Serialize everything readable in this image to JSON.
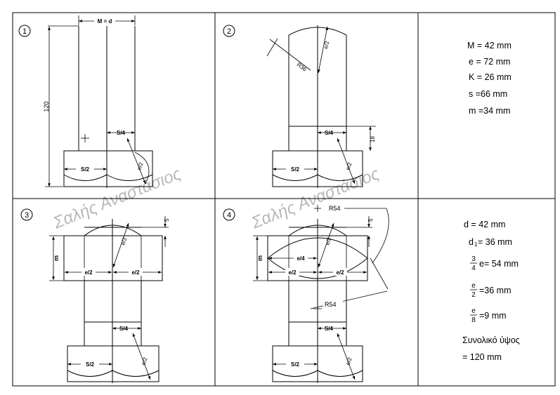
{
  "panels": {
    "p1": {
      "number": "1",
      "label_md": "M = d",
      "label_120": "120",
      "label_s4": "S/4",
      "label_s2": "S/2",
      "label_e2": "e/2"
    },
    "p2": {
      "number": "2",
      "label_r36": "R36",
      "label_e2_top": "e/2",
      "label_s4": "S/4",
      "label_18": "18",
      "label_s2": "S/2",
      "label_e2_bottom": "e/2"
    },
    "p3": {
      "number": "3",
      "label_5": "5",
      "label_e2_top": "e/2",
      "label_m": "m",
      "label_e2_left": "e/2",
      "label_e2_right": "e/2",
      "label_s4": "S/4",
      "label_s2": "S/2",
      "label_e2_bottom": "e/2"
    },
    "p4": {
      "number": "4",
      "label_r54_top": "R54",
      "label_5": "5",
      "label_e2_top": "e/2",
      "label_m": "m",
      "label_e4": "e/4",
      "label_e2_left": "e/2",
      "label_e2_right": "e/2",
      "label_r54_bottom": "R54",
      "label_s4": "S/4",
      "label_s2": "S/2",
      "label_e2_bottom": "e/2"
    }
  },
  "specs_top": [
    "M = 42 mm",
    "e = 72 mm",
    "K = 26 mm",
    "s =66 mm",
    "m =34 mm"
  ],
  "specs_bottom": {
    "d": "d = 42 mm",
    "d1_sym": "d",
    "d1_sub": "1",
    "d1_val": " = 36 mm",
    "f34_num": "3",
    "f34_den": "4",
    "f34_val": "e= 54 mm",
    "fe2_num": "e",
    "fe2_den": "2",
    "fe2_val": "=36 mm",
    "fe8_num": "e",
    "fe8_den": "8",
    "fe8_val": "=9 mm",
    "total_label": "Συνολικό ύψος",
    "total_val": "= 120 mm"
  },
  "watermark": "Σαλής Αναστάσιος"
}
